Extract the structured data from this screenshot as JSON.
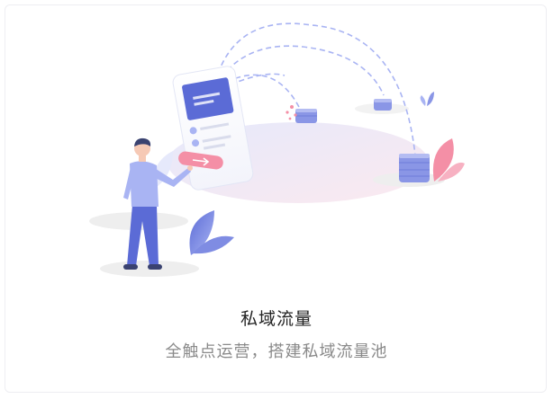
{
  "card": {
    "title": "私域流量",
    "subtitle": "全触点运营，搭建私域流量池"
  },
  "colors": {
    "primary": "#5b6bd6",
    "accent_pink": "#f48fa6",
    "coin_blue": "#8a96e6",
    "shadow": "#eeeeee",
    "title": "#222222",
    "subtitle": "#8a8a8a"
  },
  "icons": [
    "person-figure",
    "phone-card",
    "coin-stack-icon",
    "leaf-icon",
    "arrow-right-icon"
  ]
}
